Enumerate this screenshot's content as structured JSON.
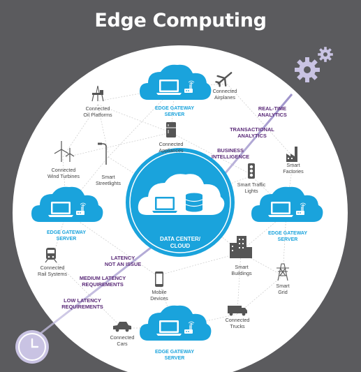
{
  "title": "Edge Computing",
  "center": {
    "line1": "DATA CENTER/",
    "line2": "CLOUD"
  },
  "gateways": {
    "top": {
      "line1": "EDGE GATEWAY",
      "line2": "SERVER"
    },
    "left": {
      "line1": "EDGE GATEWAY",
      "line2": "SERVER"
    },
    "right": {
      "line1": "EDGE GATEWAY",
      "line2": "SERVER"
    },
    "bottom": {
      "line1": "EDGE GATEWAY",
      "line2": "SERVER"
    }
  },
  "devices": {
    "oil": {
      "line1": "Connected",
      "line2": "Oil Platforms"
    },
    "airplanes": {
      "line1": "Connected",
      "line2": "Airplanes"
    },
    "appliances": {
      "line1": "Connected",
      "line2": "Appliances"
    },
    "wind": {
      "line1": "Connected",
      "line2": "Wind Turbines"
    },
    "streetlights": {
      "line1": "Smart",
      "line2": "Streetlights"
    },
    "factories": {
      "line1": "Smart",
      "line2": "Factories"
    },
    "traffic": {
      "line1": "Smart Traffic",
      "line2": "Lights"
    },
    "rail": {
      "line1": "Connected",
      "line2": "Rail Systems"
    },
    "buildings": {
      "line1": "Smart",
      "line2": "Buildings"
    },
    "grid": {
      "line1": "Smart",
      "line2": "Grid"
    },
    "mobile": {
      "line1": "Mobile",
      "line2": "Devices"
    },
    "trucks": {
      "line1": "Connected",
      "line2": "Trucks"
    },
    "cars": {
      "line1": "Connected",
      "line2": "Cars"
    }
  },
  "analytics": {
    "realtime": {
      "line1": "REAL-TIME",
      "line2": "ANALYTICS"
    },
    "transactional": {
      "line1": "TRANSACTIONAL",
      "line2": "ANALYTICS"
    },
    "bi": {
      "line1": "BUSINESS",
      "line2": "INTELLIGENCE"
    }
  },
  "latency": {
    "not_issue": {
      "line1": "LATENCY",
      "line2": "NOT AN ISSUE"
    },
    "medium": {
      "line1": "MEDIUM LATENCY",
      "line2": "REQUIREMENTS"
    },
    "low": {
      "line1": "LOW LATENCY",
      "line2": "REQUIREMENTS"
    }
  },
  "icons": {
    "gears": "gears-icon",
    "clock": "clock-icon",
    "laptop": "laptop-icon",
    "router": "router-icon",
    "database": "database-icon"
  },
  "colors": {
    "background": "#5b5b5e",
    "circle": "#ffffff",
    "cloud": "#1aa3dc",
    "analytics_text": "#5a2a78",
    "gateway_text": "#1aa3dc",
    "device_text": "#444444",
    "arrow": "#9a8ec8"
  }
}
